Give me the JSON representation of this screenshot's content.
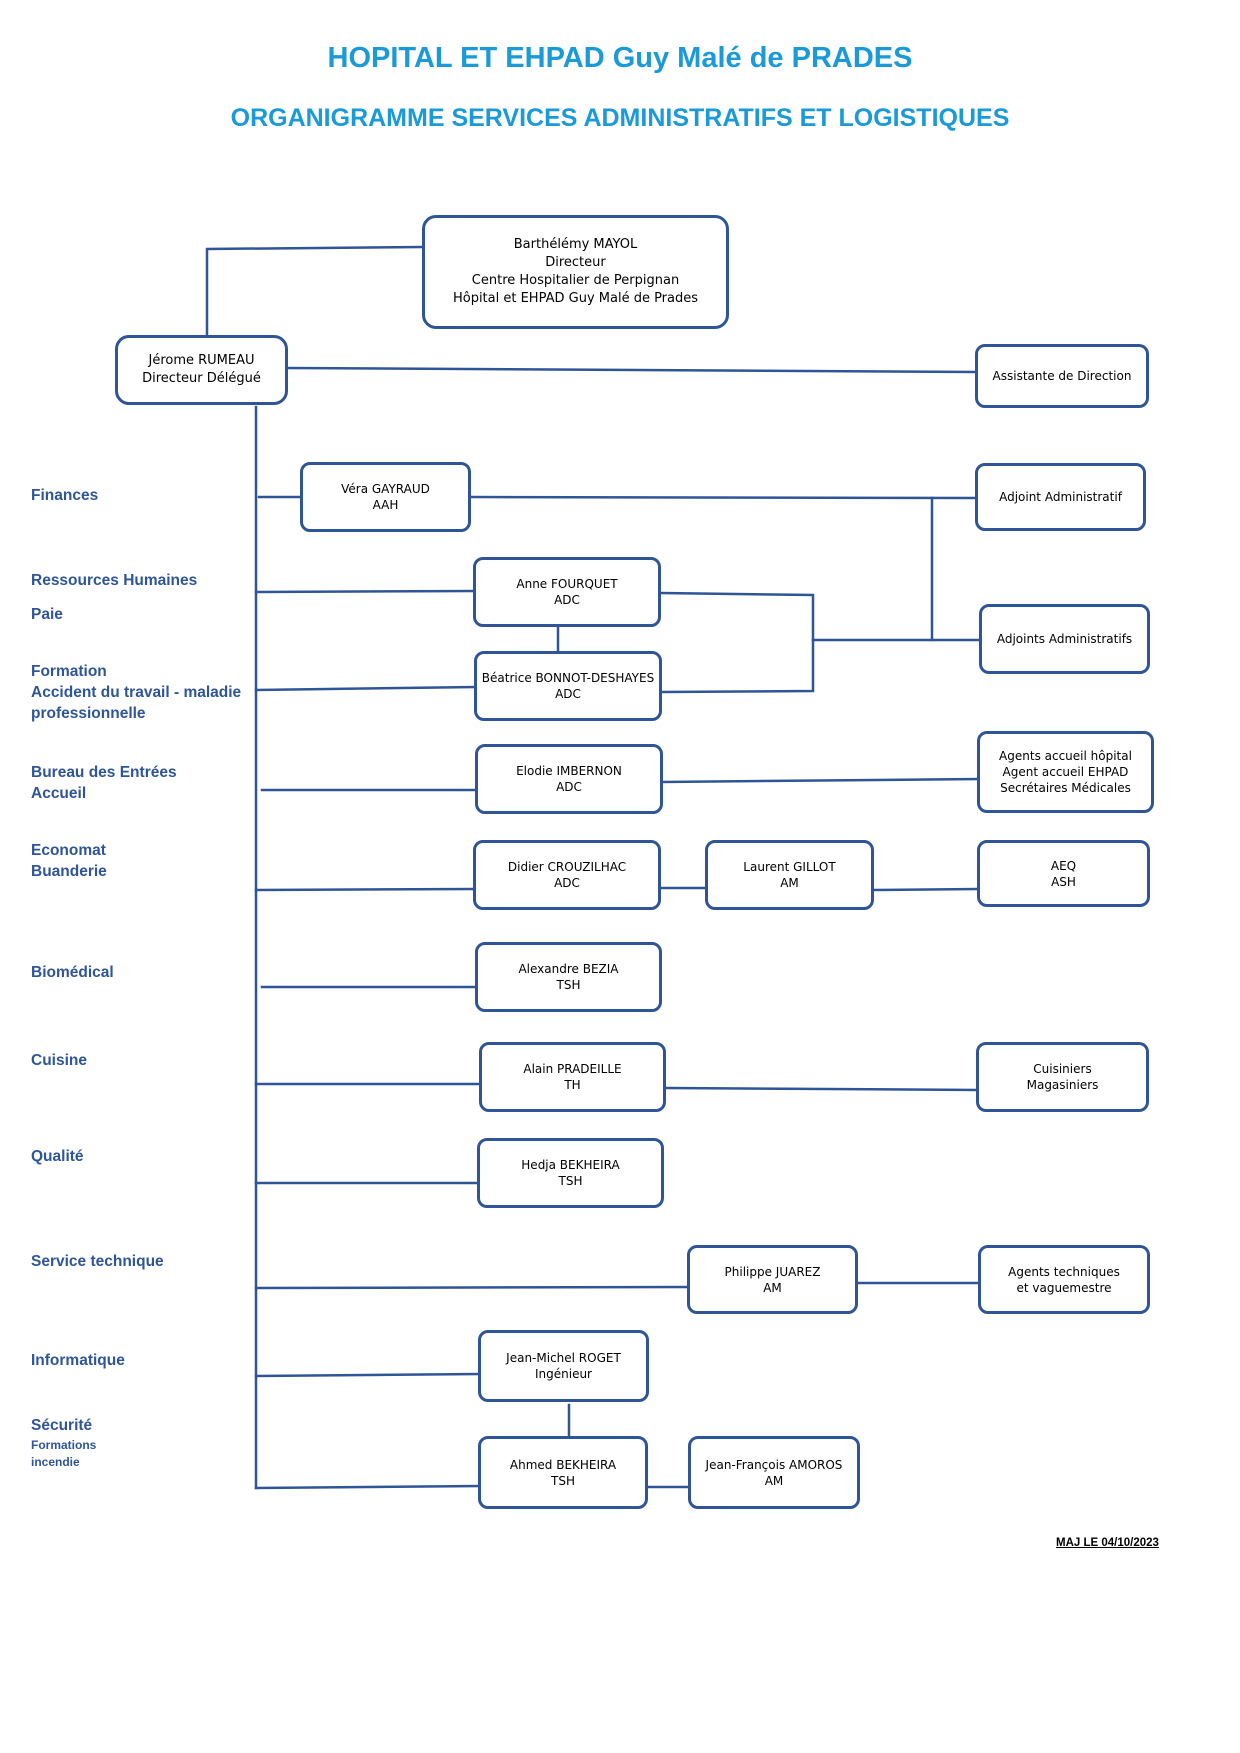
{
  "header": {
    "title": "HOPITAL ET EHPAD Guy Malé de  PRADES",
    "subtitle": "ORGANIGRAMME SERVICES ADMINISTRATIFS ET LOGISTIQUES"
  },
  "boxes": {
    "directeur": [
      "Barthélémy MAYOL",
      "Directeur",
      "Centre Hospitalier de Perpignan",
      "Hôpital et EHPAD Guy Malé de Prades"
    ],
    "delegue": [
      "Jérome RUMEAU",
      "Directeur Délégué"
    ],
    "assistante": [
      "Assistante  de Direction"
    ],
    "gayraud": [
      "Véra GAYRAUD",
      "AAH"
    ],
    "adjoint": [
      "Adjoint Administratif"
    ],
    "fourquet": [
      "Anne FOURQUET",
      "ADC"
    ],
    "adjoints": [
      "Adjoints Administratifs"
    ],
    "bonnot": [
      "Béatrice BONNOT-DESHAYES",
      "ADC"
    ],
    "imbernon": [
      "Elodie IMBERNON",
      "ADC"
    ],
    "agents_accueil": [
      "Agents accueil hôpital",
      "Agent accueil EHPAD",
      "Secrétaires Médicales"
    ],
    "crouzilhac": [
      "Didier CROUZILHAC",
      "ADC"
    ],
    "gillot": [
      "Laurent  GILLOT",
      "AM"
    ],
    "aeq": [
      "AEQ",
      "ASH"
    ],
    "bezia": [
      "Alexandre BEZIA",
      "TSH"
    ],
    "pradeille": [
      "Alain PRADEILLE",
      "TH"
    ],
    "cuisiniers": [
      "Cuisiniers",
      "Magasiniers"
    ],
    "hedja": [
      "Hedja BEKHEIRA",
      "TSH"
    ],
    "juarez": [
      "Philippe JUAREZ",
      "AM"
    ],
    "agents_tech": [
      "Agents techniques",
      "et vaguemestre"
    ],
    "roget": [
      "Jean-Michel ROGET",
      "Ingénieur"
    ],
    "ahmed": [
      "Ahmed BEKHEIRA",
      "TSH"
    ],
    "amoros": [
      "Jean-François AMOROS",
      "AM"
    ]
  },
  "departments": {
    "finances": [
      "Finances"
    ],
    "rh": [
      "Ressources Humaines"
    ],
    "paie": [
      "Paie"
    ],
    "formation": [
      "Formation",
      "Accident du travail - maladie",
      "professionnelle"
    ],
    "entrees": [
      "Bureau des Entrées",
      "Accueil"
    ],
    "economat": [
      "Economat",
      "Buanderie"
    ],
    "biomedical": [
      "Biomédical"
    ],
    "cuisine": [
      "Cuisine"
    ],
    "qualite": [
      "Qualité"
    ],
    "technique": [
      "Service technique"
    ],
    "informatique": [
      "Informatique"
    ],
    "securite": [
      "Sécurité"
    ],
    "securite_sub": [
      "Formations",
      " incendie"
    ]
  },
  "footer": {
    "maj": "MAJ LE 04/10/2023"
  },
  "colors": {
    "title": "#1a9ad6",
    "line": "#2f5597",
    "department": "#2f5597"
  }
}
